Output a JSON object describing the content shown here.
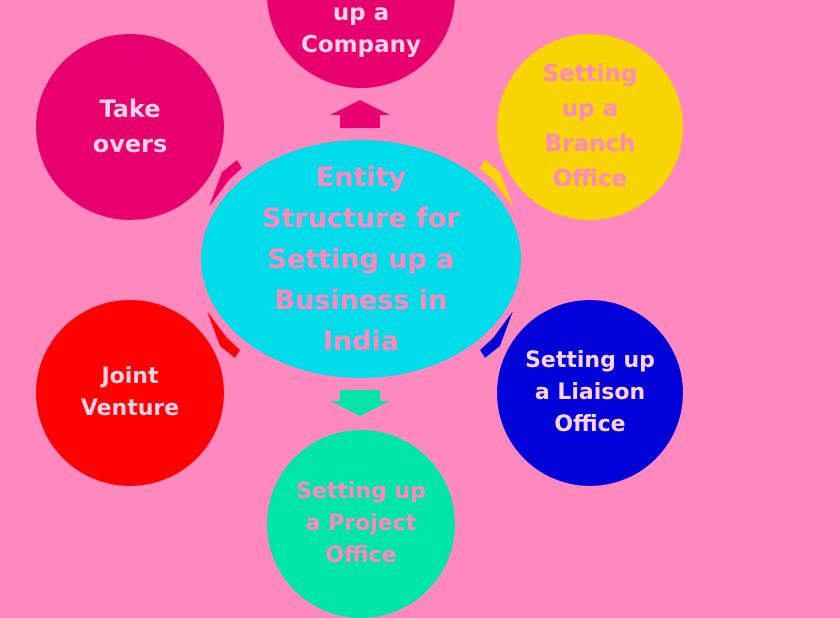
{
  "diagram": {
    "center": {
      "lines": [
        "Entity",
        "Structure for",
        "Setting up a",
        "Business in",
        "India"
      ],
      "color": "#00dcea"
    },
    "nodes": {
      "company": {
        "lines": [
          "up a",
          "Company"
        ],
        "color": "#e8006e"
      },
      "takeovers": {
        "lines": [
          "Take",
          "overs"
        ],
        "color": "#e8006e"
      },
      "branch": {
        "lines": [
          "Setting",
          "up a",
          "Branch",
          "Office"
        ],
        "color": "#f8d400"
      },
      "joint": {
        "lines": [
          "Joint",
          "Venture"
        ],
        "color": "#ff0000"
      },
      "liaison": {
        "lines": [
          "Setting up",
          "a Liaison",
          "Office"
        ],
        "color": "#0000d8"
      },
      "project": {
        "lines": [
          "Setting up",
          "a Project",
          "Office"
        ],
        "color": "#00e6a8"
      }
    },
    "background": "#ff88bf"
  }
}
